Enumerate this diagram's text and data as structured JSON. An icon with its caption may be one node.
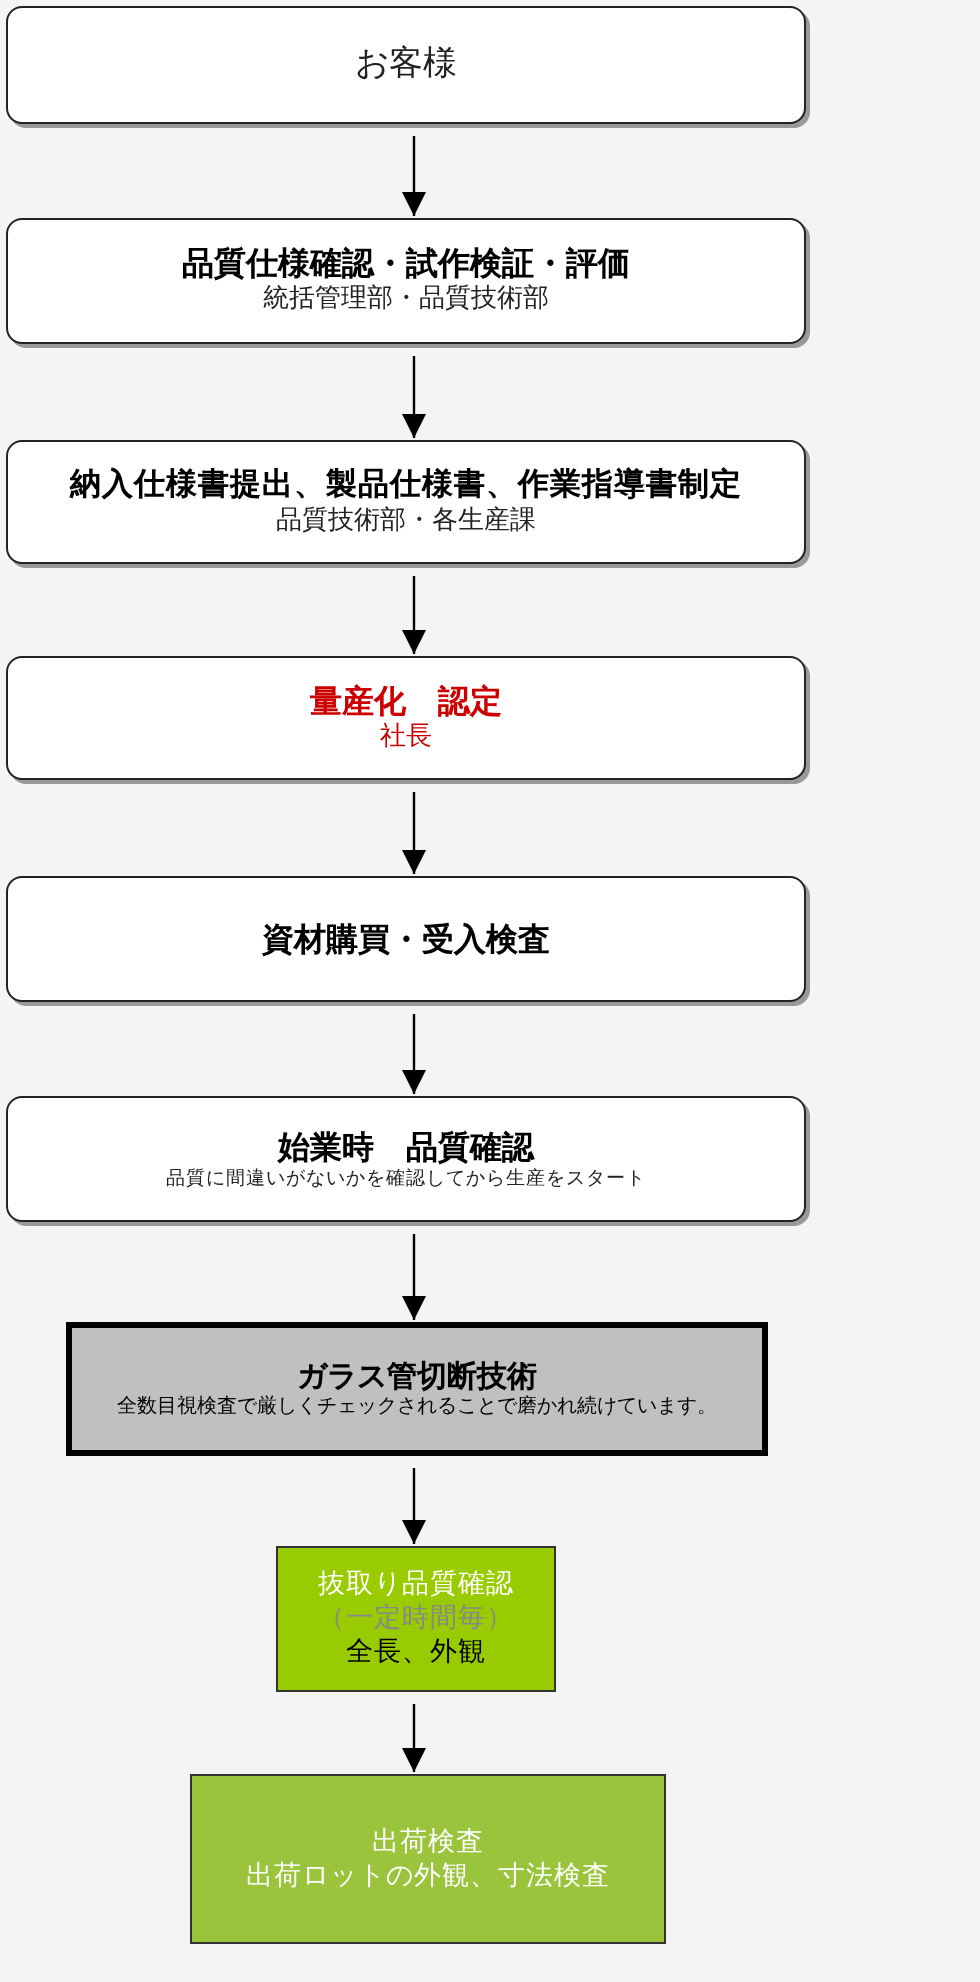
{
  "diagram": {
    "nodes": [
      {
        "text": [
          "お客様"
        ]
      },
      {
        "text": [
          "品質仕様確認・試作検証・評価",
          "統括管理部・品質技術部"
        ]
      },
      {
        "text": [
          "納入仕様書提出、製品仕様書、作業指導書制定",
          "品質技術部・各生産課"
        ]
      },
      {
        "text": [
          "量産化　認定",
          "社長"
        ]
      },
      {
        "text": [
          "資材購買・受入検査"
        ]
      },
      {
        "text": [
          "始業時　品質確認",
          "品質に間違いがないかを確認してから生産をスタート"
        ]
      },
      {
        "text": [
          "ガラス管切断技術",
          "全数目視検査で厳しくチェックされることで磨かれ続けています。"
        ]
      },
      {
        "text": [
          "抜取り品質確認",
          "（一定時間毎）",
          "全長、外観"
        ]
      },
      {
        "text": [
          "出荷検査",
          "出荷ロットの外観、寸法検査"
        ]
      }
    ],
    "edges": [
      {
        "from": 0,
        "to": 1,
        "arrow": "to"
      },
      {
        "from": 1,
        "to": 2,
        "arrow": "to"
      },
      {
        "from": 2,
        "to": 3,
        "arrow": "to"
      },
      {
        "from": 3,
        "to": 4,
        "arrow": "to"
      },
      {
        "from": 4,
        "to": 5,
        "arrow": "to"
      },
      {
        "from": 5,
        "to": 6,
        "arrow": "to"
      },
      {
        "from": 6,
        "to": 7,
        "arrow": "to"
      },
      {
        "from": 7,
        "to": 8,
        "arrow": "to"
      }
    ]
  }
}
